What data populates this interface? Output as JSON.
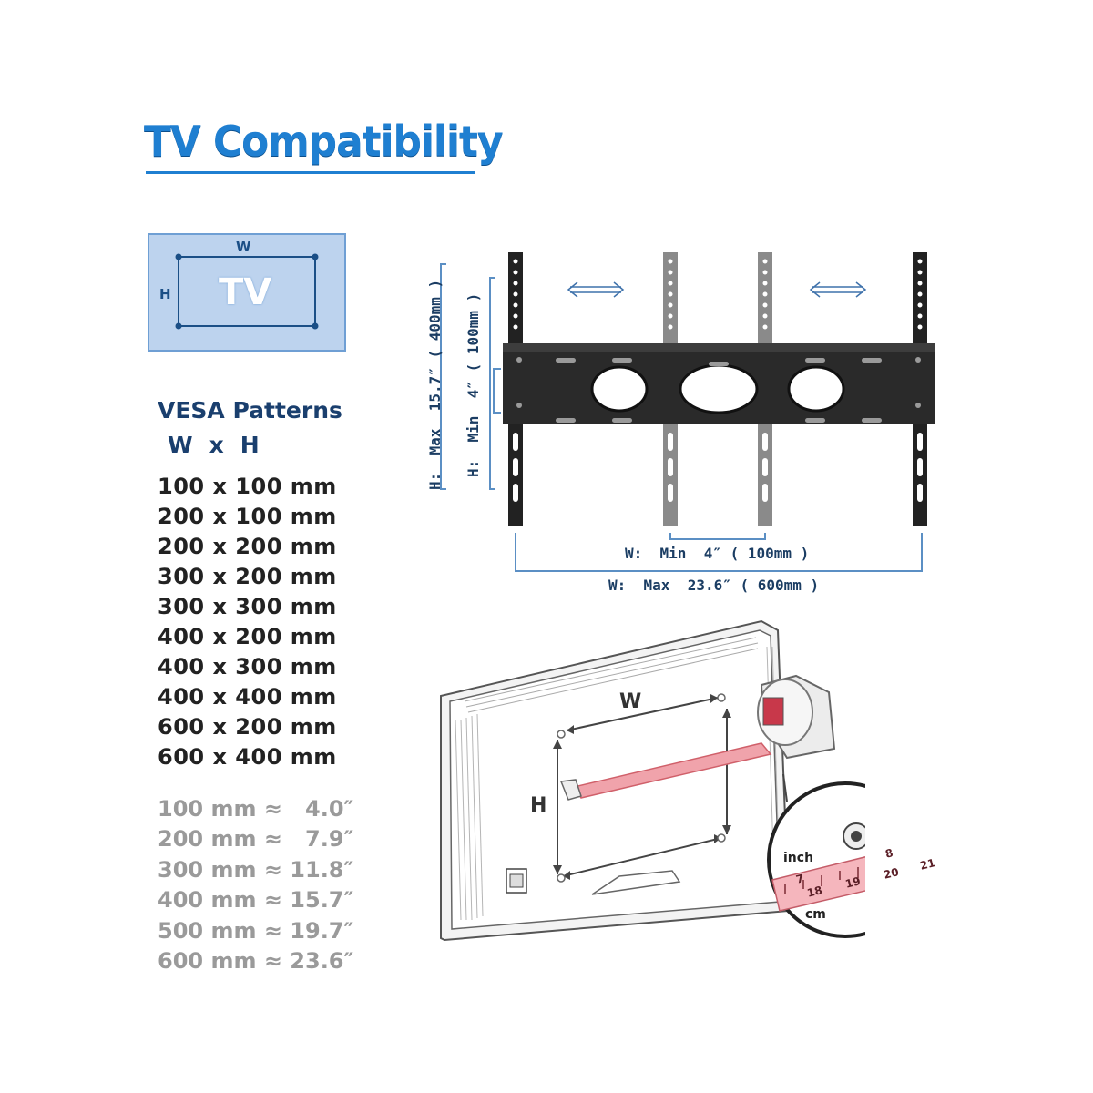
{
  "title": "TV Compatibility",
  "tv_icon": {
    "label": "TV",
    "w_label": "W",
    "h_label": "H"
  },
  "vesa": {
    "heading": "VESA Patterns",
    "w": "W",
    "x": "x",
    "h": "H",
    "patterns": [
      "100 x 100 mm",
      "200 x 100 mm",
      "200 x 200 mm",
      "300 x 200 mm",
      "300 x 300 mm",
      "400 x 200 mm",
      "400 x 300 mm",
      "400 x 400 mm",
      "600 x 200 mm",
      "600 x 400 mm"
    ],
    "conversions": [
      "100 mm ≈   4.0″",
      "200 mm ≈   7.9″",
      "300 mm ≈ 11.8″",
      "400 mm ≈ 15.7″",
      "500 mm ≈ 19.7″",
      "600 mm ≈ 23.6″"
    ]
  },
  "mount": {
    "h_max": "H:  Max  15.7″ ( 400mm )",
    "h_min": "H:  Min  4″ ( 100mm )",
    "w_min": "W:  Min  4″ ( 100mm )",
    "w_max": "W:  Max  23.6″ ( 600mm )"
  },
  "tv_back": {
    "w_label": "W",
    "h_label": "H",
    "inch_label": "inch",
    "cm_label": "cm",
    "tape_inch_ticks": [
      "7",
      "8"
    ],
    "tape_cm_ticks": [
      "18",
      "19",
      "20",
      "21"
    ]
  },
  "colors": {
    "title_blue": "#1f7fd1",
    "tv_box_fill": "#bdd3ee",
    "dimension_line_blue": "#5b8fc4",
    "pattern_text": "#222222",
    "conversion_text": "#9a9a9a",
    "tape_red": "#e8707a"
  }
}
